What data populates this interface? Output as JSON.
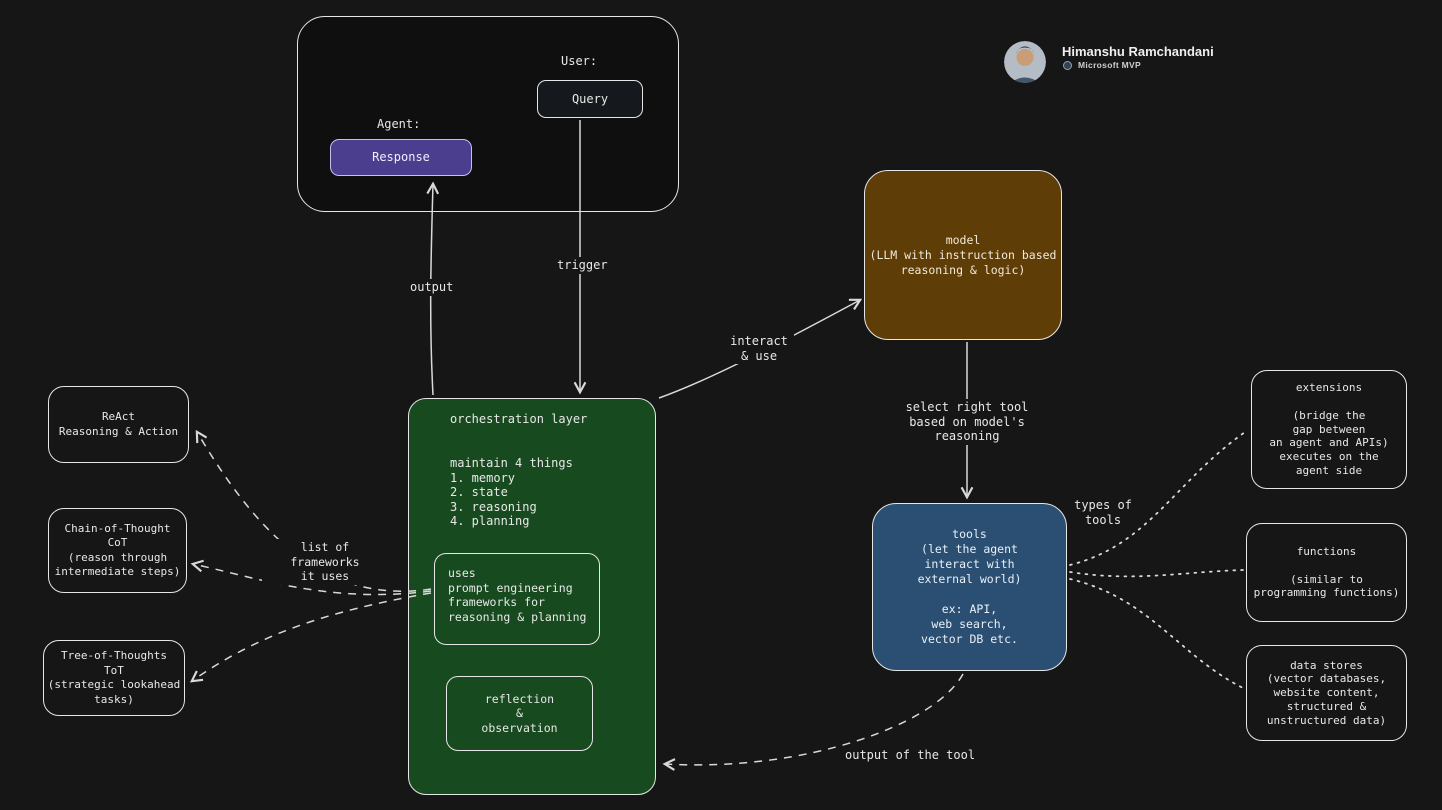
{
  "colors": {
    "background": "#161616",
    "wire": "#d9d9d9",
    "box_stroke": "#e6e6e6",
    "green_fill": "#184a1f",
    "brown_fill": "#5f3d07",
    "blue_fill": "#2b4f72",
    "purple_fill": "#4b3e8f",
    "purple_border": "#c6bff0"
  },
  "profile": {
    "name": "Himanshu Ramchandani",
    "badge": "Microsoft MVP"
  },
  "conversation": {
    "user_label": "User:",
    "query": "Query",
    "agent_label": "Agent:",
    "response": "Response"
  },
  "orchestration": {
    "title": "orchestration layer",
    "maintain": "maintain 4 things\n1. memory\n2. state\n3. reasoning\n4. planning",
    "uses": "uses\nprompt engineering\nframeworks for\nreasoning & planning",
    "reflection": "reflection\n&\nobservation"
  },
  "model": {
    "text": "model\n(LLM with instruction based\nreasoning & logic)"
  },
  "tools": {
    "text": "tools\n(let the agent\ninteract with\nexternal world)\n\nex: API,\nweb search,\nvector DB etc."
  },
  "frameworks": {
    "react": "ReAct\nReasoning & Action",
    "cot": "Chain-of-Thought\nCoT\n(reason through\nintermediate steps)",
    "tot": "Tree-of-Thoughts\nToT\n(strategic lookahead\ntasks)"
  },
  "tool_types": {
    "extensions": "extensions\n\n(bridge the\ngap between\nan agent and APIs)\nexecutes on the\nagent side",
    "functions": "functions\n\n(similar to\nprogramming functions)",
    "data_stores": "data stores\n(vector databases,\nwebsite content,\nstructured &\nunstructured data)"
  },
  "labels": {
    "output": "output",
    "trigger": "trigger",
    "interact_use": "interact\n& use",
    "select_tool": "select right tool\nbased on model's\nreasoning",
    "types_of_tools": "types of\ntools",
    "list_frameworks": "list of frameworks\nit uses",
    "output_of_tool": "output of the tool"
  }
}
